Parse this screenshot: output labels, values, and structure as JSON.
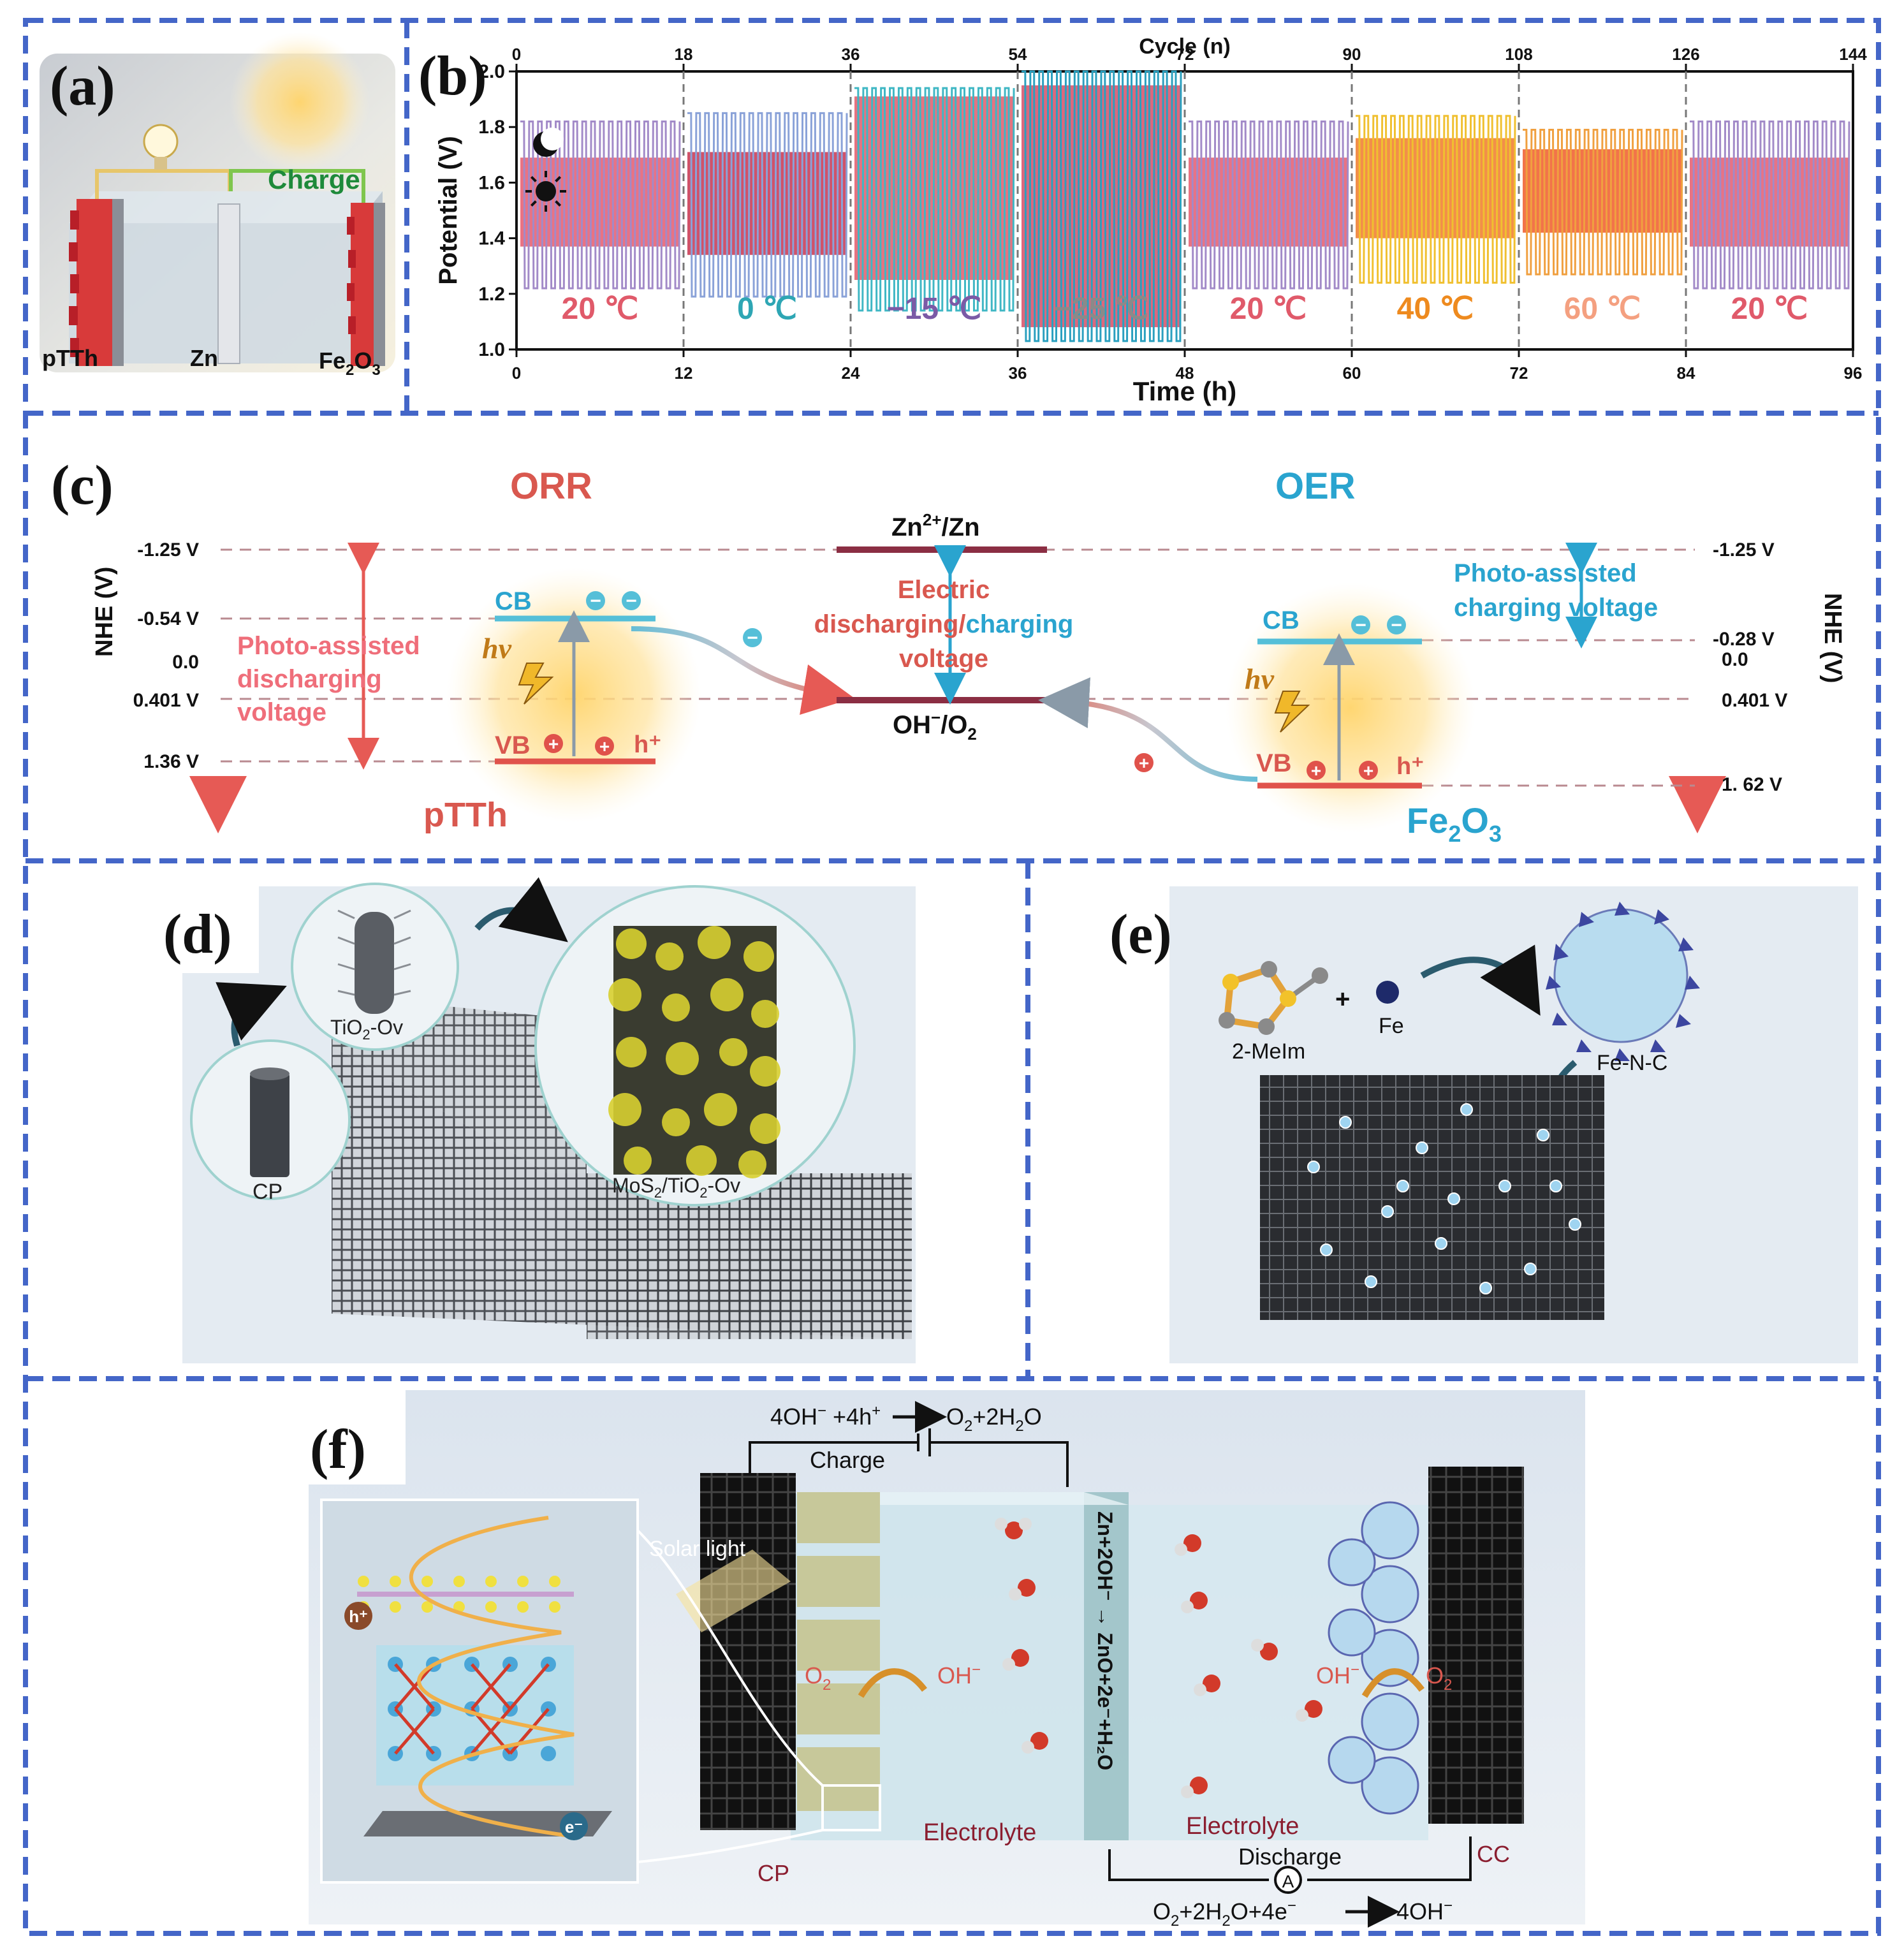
{
  "panel_labels": {
    "a": "(a)",
    "b": "(b)",
    "c": "(c)",
    "d": "(d)",
    "e": "(e)",
    "f": "(f)"
  },
  "colors": {
    "frame_blue": "#4466c8",
    "orr_red": "#d9584f",
    "oer_blue": "#2aa4cf",
    "cb_blue": "#55bfd8",
    "vb_red": "#e0524b",
    "dash_rose": "#b98a90",
    "glow": "#ffd46a",
    "maroon": "#8b2e43",
    "green": "#1e8a3a"
  },
  "panel_a": {
    "charge": "Charge",
    "left": "pTTh",
    "middle": "Zn",
    "right_base": "Fe",
    "right_sub1": "2",
    "right_mid": "O",
    "right_sub2": "3"
  },
  "panel_b": {
    "chart_data": {
      "type": "line",
      "xlabel": "Time (h)",
      "x2label": "Cycle (n)",
      "ylabel": "Potential (V)",
      "xlim": [
        0,
        96
      ],
      "x2lim": [
        0,
        144
      ],
      "ylim": [
        1.0,
        2.0
      ],
      "x_ticks": [
        "0",
        "12",
        "24",
        "36",
        "48",
        "60",
        "72",
        "84",
        "96"
      ],
      "x2_ticks": [
        "0",
        "18",
        "36",
        "54",
        "72",
        "90",
        "108",
        "126",
        "144"
      ],
      "y_ticks": [
        "1.0",
        "1.2",
        "1.4",
        "1.6",
        "1.8",
        "2.0"
      ],
      "segment_boundaries_h": [
        12,
        24,
        36,
        48,
        60,
        72,
        84
      ],
      "cycles_per_segment": 18,
      "segments": [
        {
          "temp": "20 ℃",
          "t0": 0,
          "t1": 12,
          "charge_v": 1.82,
          "discharge_v": 1.22,
          "fill_top": 1.69,
          "fill_bottom": 1.37,
          "label_color": "#e05a6a",
          "wave_color": "#a28ac8",
          "fill_color": "#e55a6d"
        },
        {
          "temp": "0 ℃",
          "t0": 12,
          "t1": 24,
          "charge_v": 1.85,
          "discharge_v": 1.19,
          "fill_top": 1.71,
          "fill_bottom": 1.34,
          "label_color": "#2ea6b4",
          "wave_color": "#8aa2d8",
          "fill_color": "#c8344f"
        },
        {
          "temp": "−15 ℃",
          "t0": 24,
          "t1": 36,
          "charge_v": 1.94,
          "discharge_v": 1.14,
          "fill_top": 1.91,
          "fill_bottom": 1.25,
          "label_color": "#7b5aa6",
          "wave_color": "#3fb7c4",
          "fill_color": "#e05a6a"
        },
        {
          "temp": "−25 ℃",
          "t0": 36,
          "t1": 48,
          "charge_v": 2.0,
          "discharge_v": 1.03,
          "fill_top": 1.95,
          "fill_bottom": 1.08,
          "label_color": "#8a8a8a",
          "wave_color": "#2aa0bf",
          "fill_color": "#d64d66"
        },
        {
          "temp": "20 ℃",
          "t0": 48,
          "t1": 60,
          "charge_v": 1.82,
          "discharge_v": 1.22,
          "fill_top": 1.69,
          "fill_bottom": 1.37,
          "label_color": "#e05a6a",
          "wave_color": "#a28ac8",
          "fill_color": "#e55a6d"
        },
        {
          "temp": "40 ℃",
          "t0": 60,
          "t1": 72,
          "charge_v": 1.84,
          "discharge_v": 1.24,
          "fill_top": 1.76,
          "fill_bottom": 1.4,
          "label_color": "#ee8a1e",
          "wave_color": "#f0c030",
          "fill_color": "#f07a2a"
        },
        {
          "temp": "60 ℃",
          "t0": 72,
          "t1": 84,
          "charge_v": 1.79,
          "discharge_v": 1.27,
          "fill_top": 1.72,
          "fill_bottom": 1.42,
          "label_color": "#f4a080",
          "wave_color": "#f0a040",
          "fill_color": "#f05a2a"
        },
        {
          "temp": "20 ℃",
          "t0": 84,
          "t1": 96,
          "charge_v": 1.82,
          "discharge_v": 1.22,
          "fill_top": 1.69,
          "fill_bottom": 1.37,
          "label_color": "#e05a6a",
          "wave_color": "#a28ac8",
          "fill_color": "#e55a6d"
        }
      ]
    }
  },
  "panel_c": {
    "orr": "ORR",
    "oer": "OER",
    "nhe_axis": "NHE (V)",
    "left_levels": [
      "-1.25 V",
      "-0.54 V",
      "0.0",
      "0.401 V",
      "1.36 V"
    ],
    "right_levels": [
      "-1.25 V",
      "-0.28 V",
      "0.0",
      "0.401 V",
      "1. 62 V"
    ],
    "zn_label_base": "Zn",
    "zn_label_sup": "2+",
    "zn_label_tail": "/Zn",
    "oh_label_base": "OH",
    "oh_label_sup": "−",
    "oh_label_tail": "/O",
    "oh_label_sub": "2",
    "electric_1": "Electric",
    "electric_2a": "discharging/",
    "electric_2b": "charging",
    "electric_3": "voltage",
    "photo_dis_1": "Photo-assisted",
    "photo_dis_2": "discharging",
    "photo_dis_3": "voltage",
    "photo_ch_1": "Photo-assisted",
    "photo_ch_2": "charging voltage",
    "cb": "CB",
    "vb": "VB",
    "hv": "hν",
    "hplus": "h⁺",
    "minus": "−",
    "plus": "+",
    "ptth": "pTTh",
    "fe_base": "Fe",
    "fe_sub1": "2",
    "fe_mid": "O",
    "fe_sub2": "3"
  },
  "panel_d": {
    "tio2_base": "TiO",
    "tio2_sub": "2",
    "tio2_tail": "-Ov",
    "cp": "CP",
    "mos2_base": "MoS",
    "mos2_sub": "2",
    "mos2_mid": "/TiO",
    "mos2_sub2": "2",
    "mos2_tail": "-Ov"
  },
  "panel_e": {
    "melm": "2-MeIm",
    "plus": "+",
    "fe": "Fe",
    "fenc": "Fe-N-C"
  },
  "panel_f": {
    "top_eq_a": "4OH",
    "top_eq_sup1": "−",
    "top_eq_b": " +4h",
    "top_eq_sup2": "+",
    "top_eq_c": "O",
    "top_eq_sub1": "2",
    "top_eq_d": "+2H",
    "top_eq_sub2": "2",
    "top_eq_e": "O",
    "charge": "Charge",
    "solar": "Solar light",
    "o2": "O",
    "o2_sub": "2",
    "oh": "OH",
    "oh_sup": "−",
    "h_plus": "h⁺",
    "e_minus": "e⁻",
    "electrolyte": "Electrolyte",
    "zn_vertical": "Zn+2OH⁻ → ZnO+2e⁻+H₂O",
    "discharge": "Discharge",
    "ammeter": "A",
    "cp": "CP",
    "cc": "CC",
    "bottom_eq_a": "O",
    "bottom_eq_sub1": "2",
    "bottom_eq_b": "+2H",
    "bottom_eq_sub2": "2",
    "bottom_eq_c": "O+4e",
    "bottom_eq_sup": "−",
    "bottom_eq_d": "4OH",
    "bottom_eq_sup2": "−"
  }
}
